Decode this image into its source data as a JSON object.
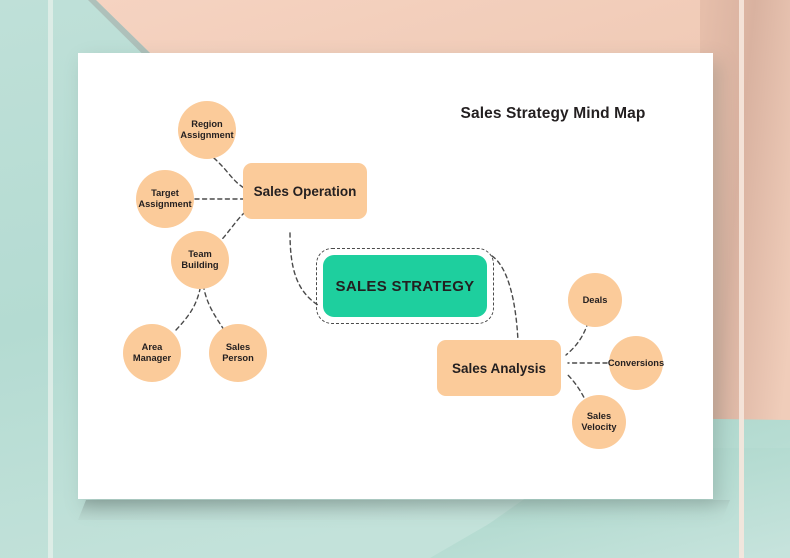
{
  "document": {
    "title": "Sales Strategy Mind Map"
  },
  "theme": {
    "background_mint": "#b9ddd5",
    "background_peach": "#f3cfbb",
    "background_peach_dark": "#e8c3ae",
    "card_white": "#ffffff",
    "node_peach": "#fbcb9a",
    "node_teal": "#1ecf9e",
    "text_dark": "#231f20",
    "connector": "#4a4a4a"
  },
  "mindmap": {
    "center": {
      "label": "SALES STRATEGY",
      "shape": "rounded-rect",
      "color": "#1ecf9e",
      "outline": "dashed"
    },
    "branches": [
      {
        "id": "sales-operation",
        "label": "Sales Operation",
        "shape": "rounded-rect",
        "color": "#fbcb9a",
        "children": [
          {
            "id": "region-assignment",
            "label": "Region\nAssignment",
            "line1": "Region",
            "line2": "Assignment",
            "shape": "circle"
          },
          {
            "id": "target-assignment",
            "label": "Target\nAssignment",
            "line1": "Target",
            "line2": "Assignment",
            "shape": "circle"
          },
          {
            "id": "team-building",
            "label": "Team\nBuilding",
            "line1": "Team",
            "line2": "Building",
            "shape": "circle"
          }
        ]
      },
      {
        "id": "team-building-branch",
        "label": "Team Building",
        "children": [
          {
            "id": "area-manager",
            "label": "Area\nManager",
            "line1": "Area",
            "line2": "Manager",
            "shape": "circle"
          },
          {
            "id": "sales-person",
            "label": "Sales\nPerson",
            "line1": "Sales",
            "line2": "Person",
            "shape": "circle"
          }
        ]
      },
      {
        "id": "sales-analysis",
        "label": "Sales Analysis",
        "shape": "rounded-rect",
        "color": "#fbcb9a",
        "children": [
          {
            "id": "deals",
            "label": "Deals",
            "line1": "Deals",
            "line2": "",
            "shape": "circle"
          },
          {
            "id": "conversions",
            "label": "Conversions",
            "line1": "Conversions",
            "line2": "",
            "shape": "circle"
          },
          {
            "id": "sales-velocity",
            "label": "Sales\nVelocity",
            "line1": "Sales",
            "line2": "Velocity",
            "shape": "circle"
          }
        ]
      }
    ]
  }
}
